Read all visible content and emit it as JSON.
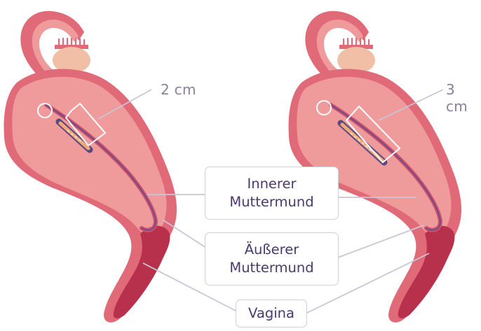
{
  "measurements": {
    "left": "2 cm",
    "right": "3 cm"
  },
  "labels": {
    "inner_os": {
      "line1": "Innerer",
      "line2": "Muttermund"
    },
    "outer_os": {
      "line1": "Äußerer",
      "line2": "Muttermund"
    },
    "vagina": "Vagina"
  },
  "colors": {
    "uterus_wall": "#e06a78",
    "uterus_inner": "#ef9b9b",
    "cervix_dark": "#b7314c",
    "ovary": "#f1bfa6",
    "catheter": "#5a4a80",
    "catheter_tip": "#f3a777",
    "leader": "#c9c6d6",
    "label_text": "#4b3a6b"
  }
}
